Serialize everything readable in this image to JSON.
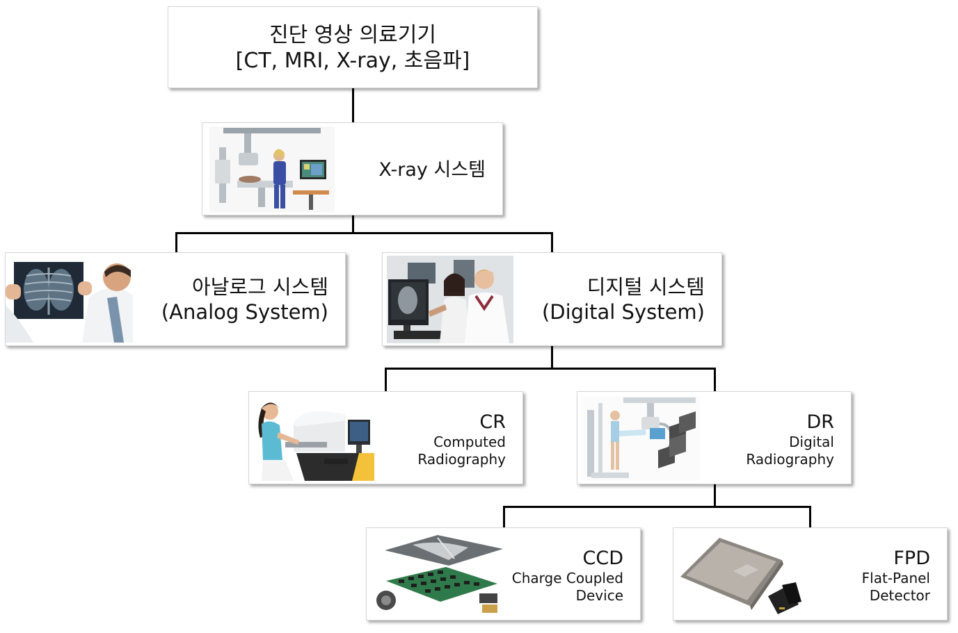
{
  "nodes": {
    "root": {
      "line1": "진단 영상 의료기기",
      "line2": "[CT, MRI, X-ray, 초음파]"
    },
    "xray": {
      "title": "X-ray 시스템"
    },
    "analog": {
      "line1": "아날로그 시스템",
      "line2": "(Analog System)"
    },
    "digital": {
      "line1": "디지털 시스템",
      "line2": "(Digital System)"
    },
    "cr": {
      "title": "CR",
      "line1": "Computed",
      "line2": "Radiography"
    },
    "dr": {
      "title": "DR",
      "line1": "Digital",
      "line2": "Radiography"
    },
    "ccd": {
      "title": "CCD",
      "line1": "Charge Coupled",
      "line2": "Device"
    },
    "fpd": {
      "title": "FPD",
      "line1": "Flat-Panel",
      "line2": "Detector"
    }
  },
  "icons": {
    "xray": "xray-room-photo-icon",
    "analog": "doctor-xray-film-photo-icon",
    "digital": "clinicians-monitor-photo-icon",
    "cr": "cr-reader-photo-icon",
    "dr": "dr-system-photo-icon",
    "ccd": "ccd-sensor-photo-icon",
    "fpd": "flat-panel-detector-photo-icon"
  }
}
